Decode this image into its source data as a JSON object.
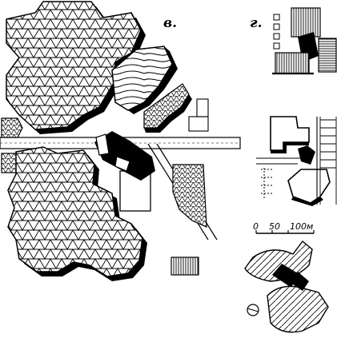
{
  "labels": {
    "panel_v": "в.",
    "panel_g": "г."
  },
  "scale_bar": {
    "zero": "0",
    "mid": "50",
    "end": "100м"
  },
  "colors": {
    "ink": "#000000",
    "paper": "#ffffff"
  }
}
